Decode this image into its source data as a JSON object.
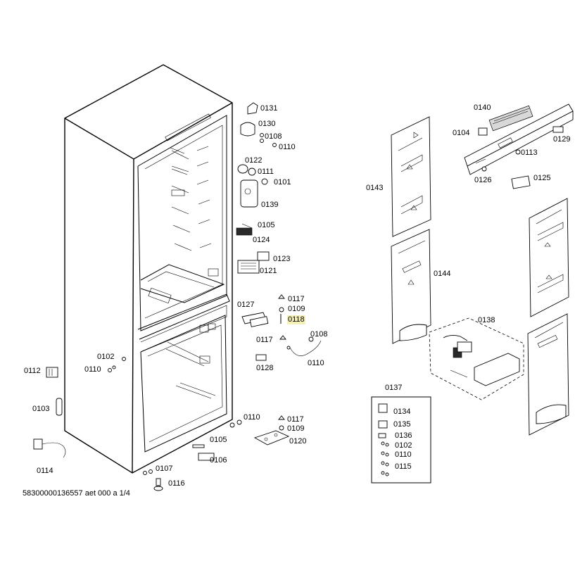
{
  "document_id": "58300000136557 aet 000 a 1/4",
  "highlight_color": "#f4f0b8",
  "labels": {
    "p0131": "0131",
    "p0130": "0130",
    "p0108a": "0108",
    "p0110a": "0110",
    "p0122": "0122",
    "p0111": "0111",
    "p0101": "0101",
    "p0139": "0139",
    "p0105a": "0105",
    "p0124": "0124",
    "p0123": "0123",
    "p0121": "0121",
    "p0127": "0127",
    "p0117a": "0117",
    "p0109a": "0109",
    "p0118": "0118",
    "p0108b": "0108",
    "p0117b": "0117",
    "p0110b": "0110",
    "p0128": "0128",
    "p0102": "0102",
    "p0110c": "0110",
    "p0112": "0112",
    "p0103": "0103",
    "p0114": "0114",
    "p0110d": "0110",
    "p0117c": "0117",
    "p0109b": "0109",
    "p0120": "0120",
    "p0105b": "0105",
    "p0106": "0106",
    "p0107": "0107",
    "p0116": "0116",
    "p0140": "0140",
    "p0104": "0104",
    "p0129": "0129",
    "p0113": "0113",
    "p0126": "0126",
    "p0125": "0125",
    "p0143": "0143",
    "p0144": "0144",
    "p0138": "0138",
    "p0137": "0137",
    "p0134": "0134",
    "p0135": "0135",
    "p0136": "0136",
    "p0102b": "0102",
    "p0110e": "0110",
    "p0115": "0115"
  }
}
